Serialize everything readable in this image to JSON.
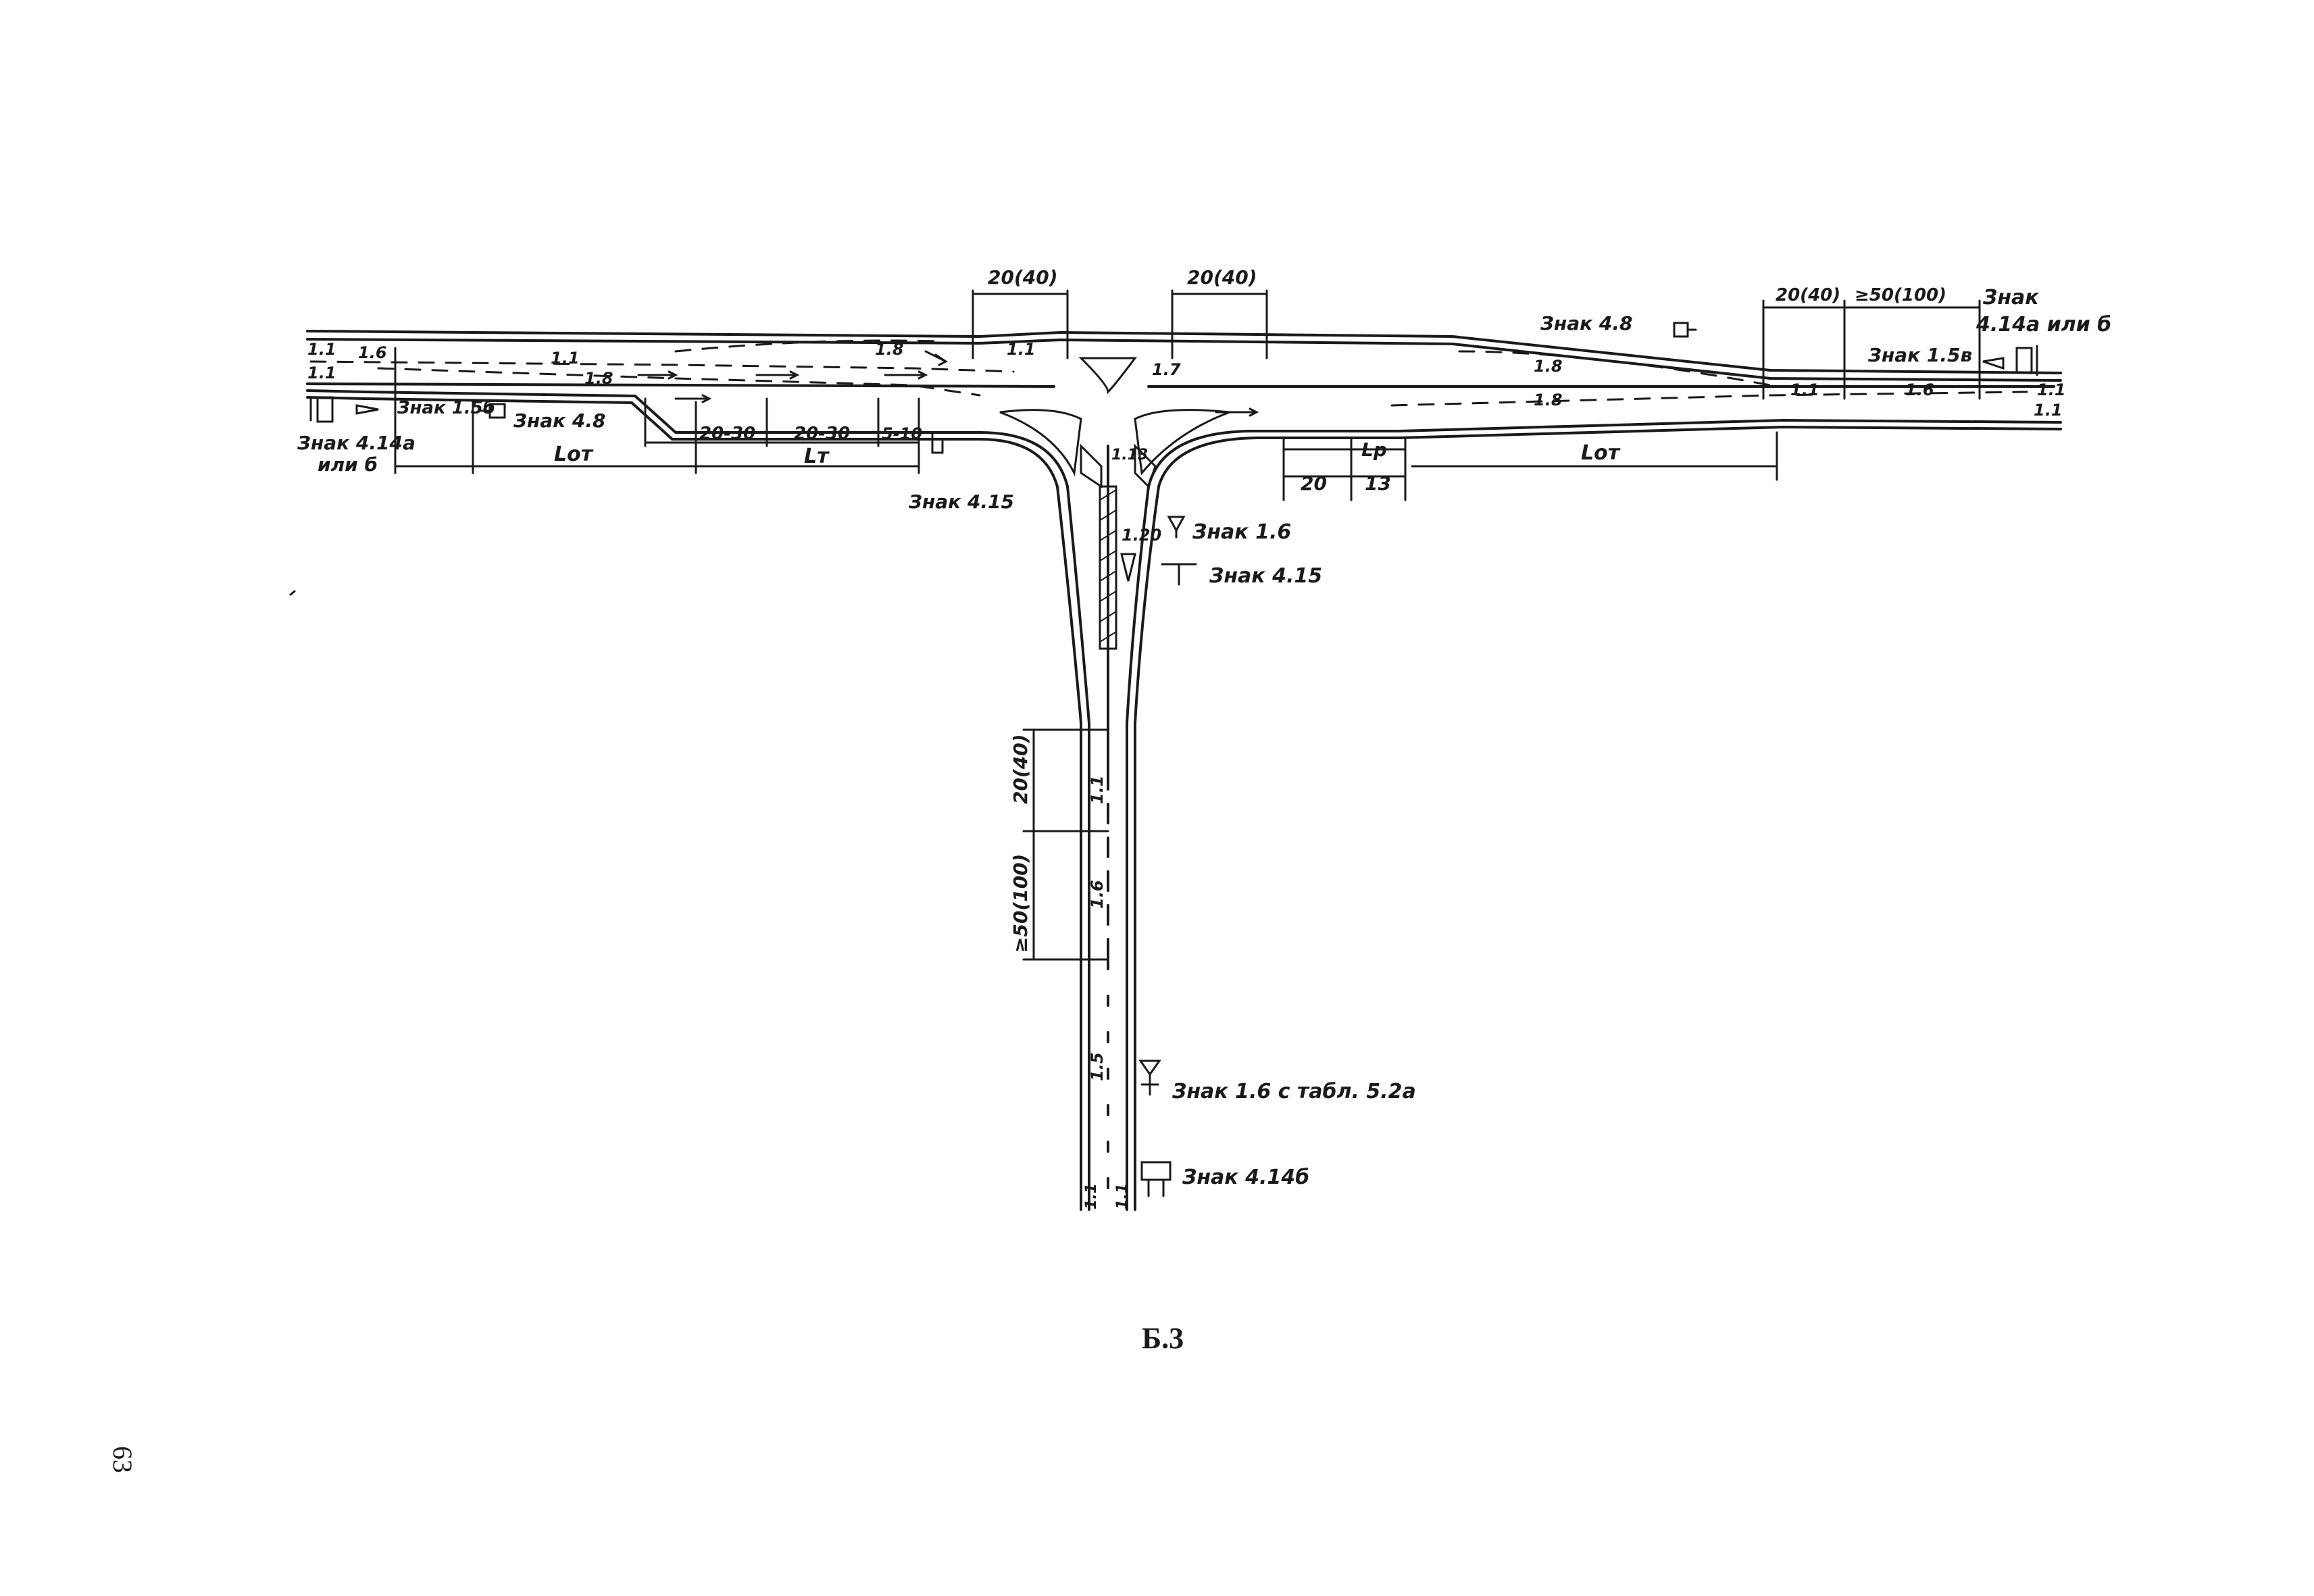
{
  "figure": {
    "caption": "Б.3",
    "page_number": "63"
  },
  "dimensions": {
    "top_left_20_40": "20(40)",
    "top_right_20_40": "20(40)",
    "right_20_40": "20(40)",
    "right_ge_50_100": "≥50(100)",
    "left_20_30_a": "20-30",
    "left_20_30_b": "20-30",
    "left_5_10": "5-10",
    "l_ot_left": "Lот",
    "l_t": "Lт",
    "l_p": "Lр",
    "right_20": "20",
    "right_13": "13",
    "l_ot_right": "Lот",
    "vert_20_40": "20(40)",
    "vert_ge_50_100": "≥50(100)"
  },
  "markings": {
    "m_1_1_a": "1.1",
    "m_1_6_a": "1.6",
    "m_1_1_b": "1.1",
    "m_1_1_c": "1.1",
    "m_1_8_a": "1.8",
    "m_1_8_b": "1.8",
    "m_1_1_d": "1.1",
    "m_1_7": "1.7",
    "m_1_8_c": "1.8",
    "m_1_8_d": "1.8",
    "m_1_1_e": "1.1",
    "m_1_6_b": "1.6",
    "m_1_1_f": "1.1",
    "m_1_1_g": "1.1",
    "m_1_13": "1.13",
    "m_1_20": "1.20",
    "m_1_1_v": "1.1",
    "m_1_6_v": "1.6",
    "m_1_5_v": "1.5",
    "m_1_1_bot_l": "1.1",
    "m_1_1_bot_r": "1.1"
  },
  "signs": {
    "s_4_14_left": "Знак 4.14а",
    "s_4_14_left2": "или б",
    "s_1_5_left": "Знак 1.5б",
    "s_4_8_left": "Знак 4.8",
    "s_4_15_left": "Знак 4.15",
    "s_4_8_right": "Знак 4.8",
    "s_1_5_right": "Знак 1.5в",
    "s_4_14_right1": "Знак",
    "s_4_14_right2": "4.14а или б",
    "s_1_6": "Знак 1.6",
    "s_4_15_right": "Знак 4.15",
    "s_1_6_tabl": "Знак 1.6 с табл. 5.2а",
    "s_4_14b": "Знак 4.14б"
  }
}
